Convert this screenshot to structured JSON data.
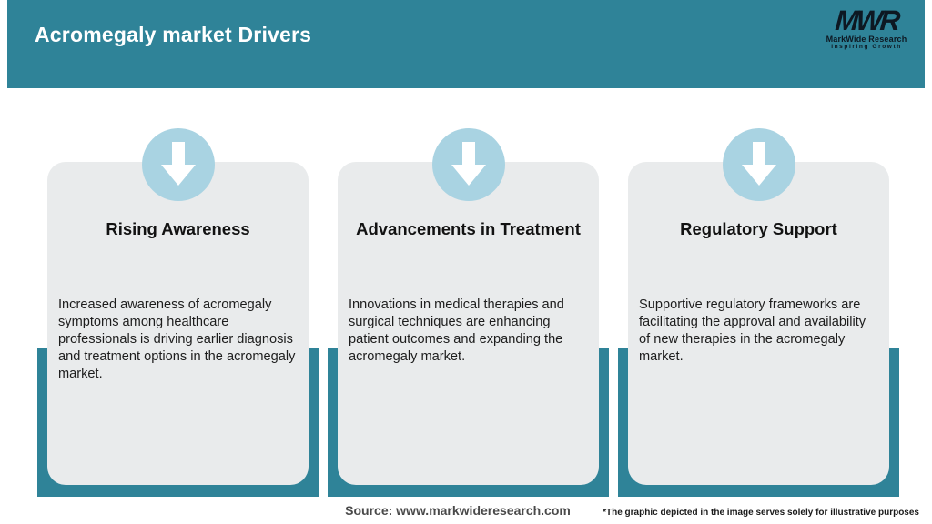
{
  "header": {
    "title": "Acromegaly market Drivers",
    "logo": {
      "monogram": "MWR",
      "name": "MarkWide Research",
      "tagline": "Inspiring Growth"
    }
  },
  "cards": [
    {
      "icon": "down-arrow-icon",
      "title": "Rising Awareness",
      "description": "Increased awareness of acromegaly symptoms among healthcare professionals is driving earlier diagnosis and treatment options in the acromegaly market."
    },
    {
      "icon": "down-arrow-icon",
      "title": "Advancements in Treatment",
      "description": "Innovations in medical therapies and surgical techniques are enhancing patient outcomes and expanding the acromegaly market."
    },
    {
      "icon": "down-arrow-icon",
      "title": "Regulatory Support",
      "description": "Supportive regulatory frameworks are facilitating the approval and availability of new therapies in the acromegaly market."
    }
  ],
  "footer": {
    "source": "Source: www.markwideresearch.com",
    "disclaimer": "*The graphic depicted in the image serves solely for illustrative purposes"
  },
  "colors": {
    "teal": "#2f8398",
    "circle_blue": "#a9d3e2",
    "card_gray": "#e9ebec"
  }
}
